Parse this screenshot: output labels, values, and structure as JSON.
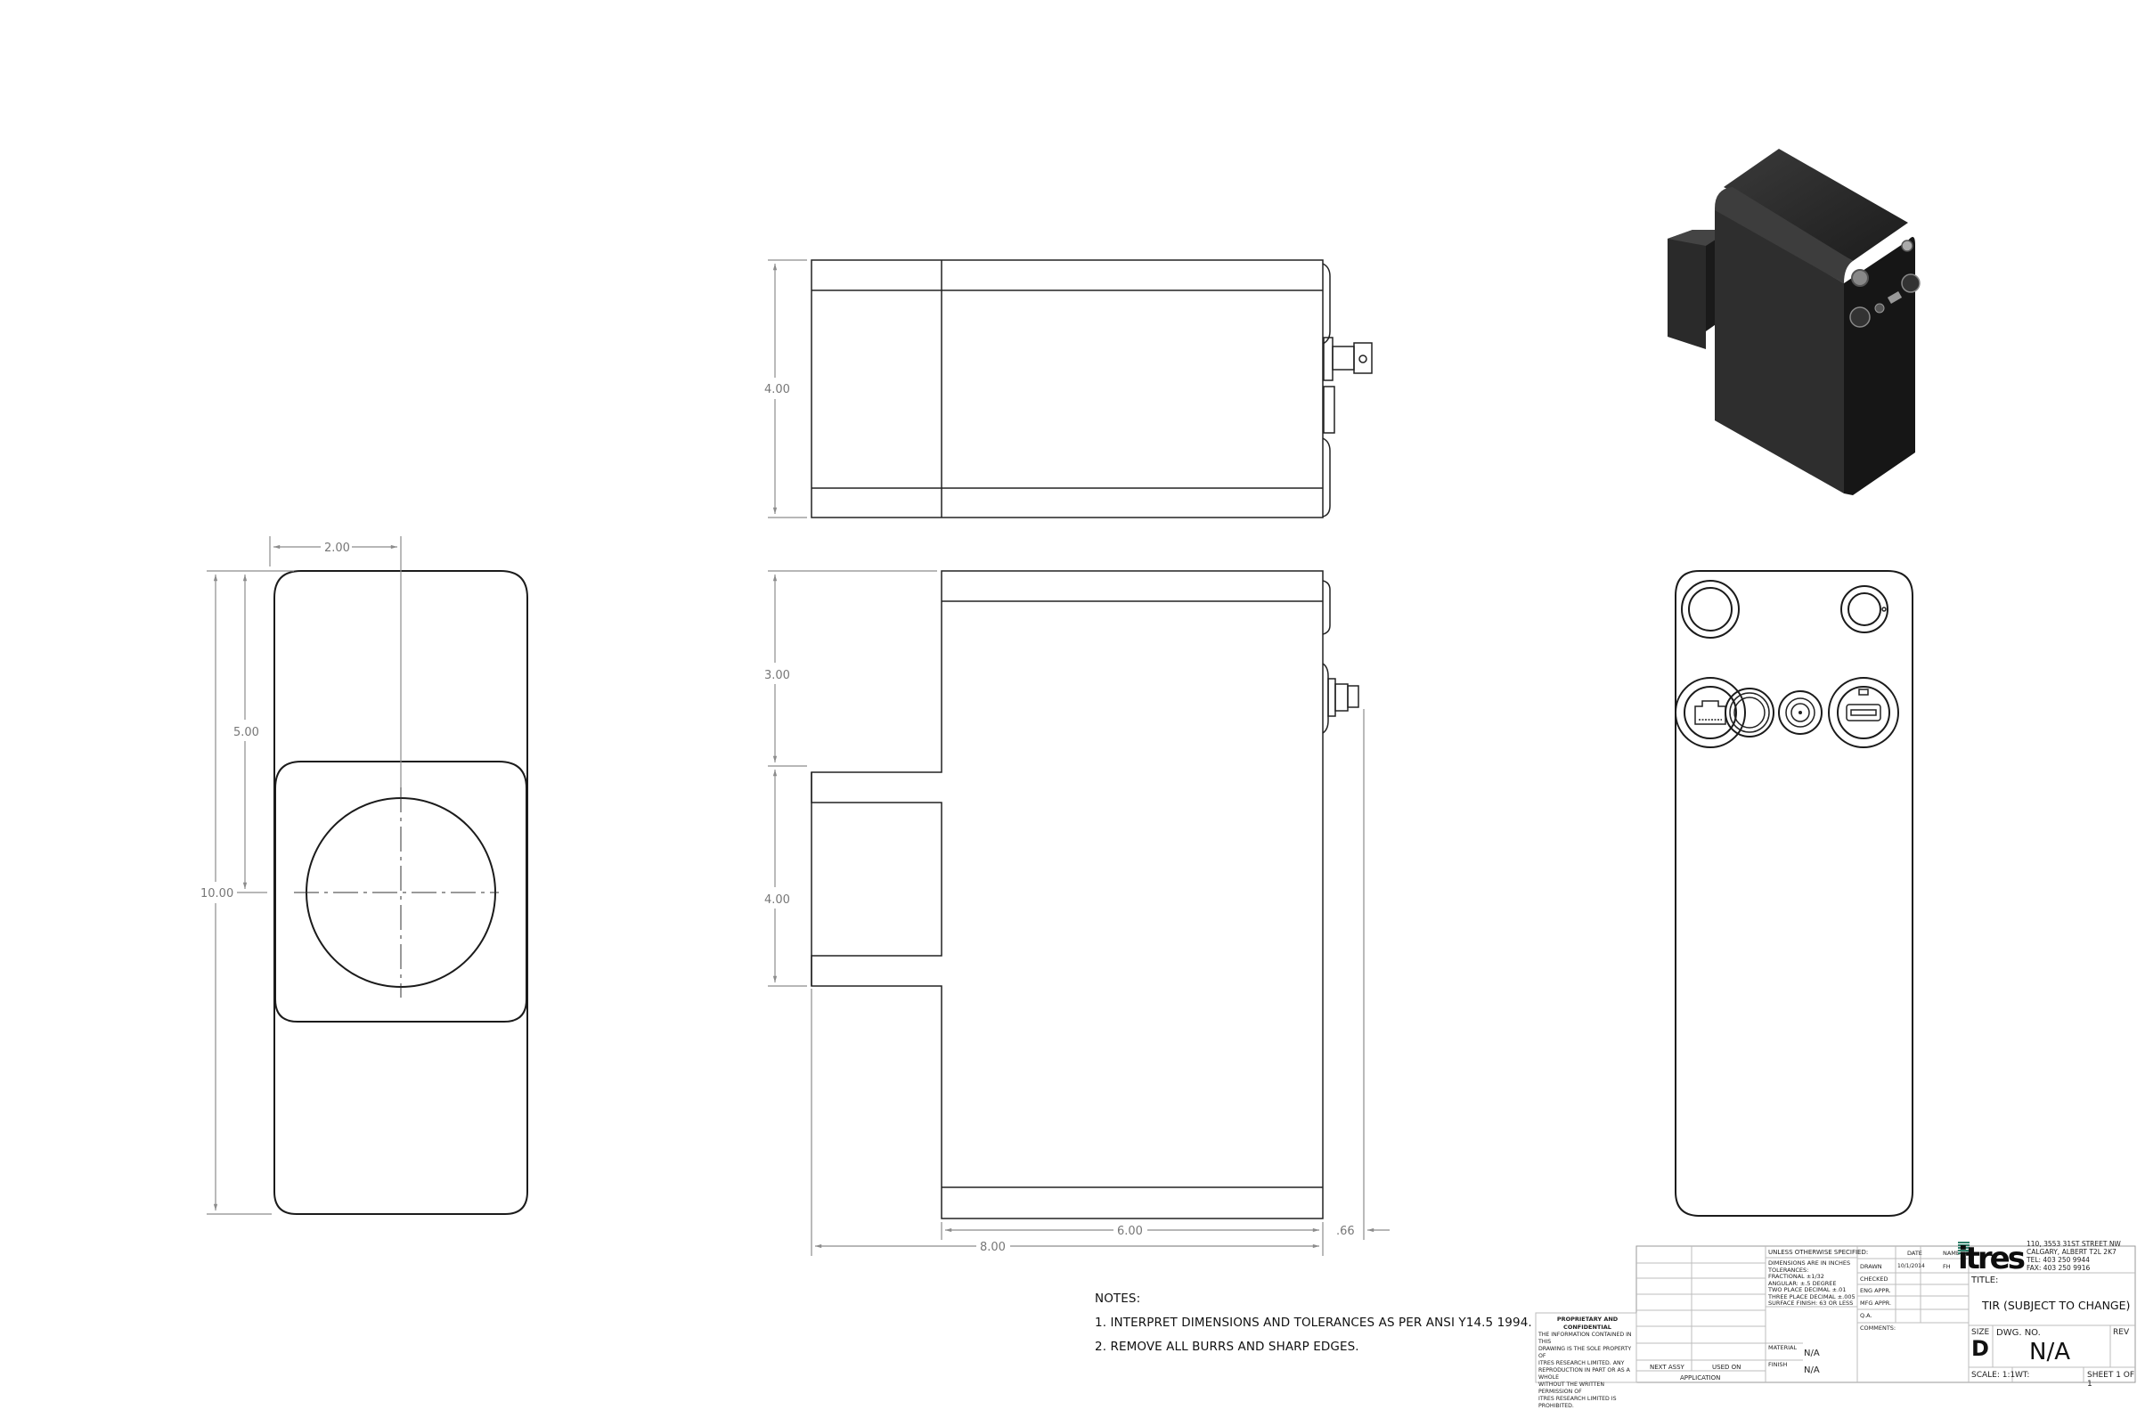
{
  "drawing": {
    "type": "engineering_drawing",
    "part_title": "TIR (SUBJECT TO CHANGE)",
    "views": [
      {
        "name": "left-view",
        "description": "Front face with circular lens opening"
      },
      {
        "name": "top-view",
        "description": "Top view with rear connectors"
      },
      {
        "name": "front-view",
        "description": "Side profile with stepped body"
      },
      {
        "name": "isometric-view",
        "description": "Shaded 3D isometric render"
      },
      {
        "name": "rear-view",
        "description": "Rear panel with connectors"
      }
    ]
  },
  "dimensions": {
    "left_width": "2.00",
    "left_height_total": "10.00",
    "left_height_partial": "5.00",
    "top_height": "4.00",
    "front_upper": "3.00",
    "front_lower": "4.00",
    "front_body_length": "6.00",
    "front_total_length": "8.00",
    "front_connector_offset": ".66"
  },
  "rear_connectors": [
    "mount-hole-left",
    "mount-hole-right",
    "rj45-ethernet-port",
    "circular-power-connector",
    "bnc-connector",
    "usb-port"
  ],
  "notes": {
    "heading": "NOTES:",
    "items": [
      "1. INTERPRET DIMENSIONS AND TOLERANCES AS PER ANSI Y14.5 1994.",
      "2. REMOVE ALL BURRS AND SHARP EDGES."
    ]
  },
  "title_block": {
    "proprietary": {
      "heading": "PROPRIETARY AND CONFIDENTIAL",
      "lines": [
        "THE INFORMATION CONTAINED IN THIS",
        "DRAWING IS THE SOLE PROPERTY OF",
        "ITRES RESEARCH LIMITED.  ANY",
        "REPRODUCTION IN PART OR AS A WHOLE",
        "WITHOUT THE WRITTEN PERMISSION OF",
        "ITRES RESEARCH LIMITED IS",
        "PROHIBITED."
      ]
    },
    "next_assy_label": "NEXT ASSY",
    "used_on_label": "USED ON",
    "application_label": "APPLICATION",
    "tolerances": {
      "heading": "UNLESS OTHERWISE SPECIFIED:",
      "lines": [
        "DIMENSIONS ARE IN INCHES",
        "TOLERANCES:",
        "FRACTIONAL ±1/32",
        "ANGULAR: ±.5 DEGREE",
        "TWO PLACE DECIMAL    ±.01",
        "THREE PLACE DECIMAL  ±.005",
        "SURFACE FINISH: 63 OR LESS"
      ]
    },
    "material_label": "MATERIAL",
    "material_value": "N/A",
    "finish_label": "FINISH",
    "finish_value": "N/A",
    "approvals": {
      "date_header": "DATE",
      "name_header": "NAME",
      "rows": [
        {
          "label": "DRAWN",
          "date": "10/1/2014",
          "name": "FH"
        },
        {
          "label": "CHECKED",
          "date": "",
          "name": ""
        },
        {
          "label": "ENG APPR.",
          "date": "",
          "name": ""
        },
        {
          "label": "MFG APPR.",
          "date": "",
          "name": ""
        },
        {
          "label": "Q.A.",
          "date": "",
          "name": ""
        }
      ],
      "comments_label": "COMMENTS:"
    },
    "company": {
      "logo_text": "itres",
      "address_lines": [
        "110, 3553 31ST STREET NW",
        "CALGARY, ALBERT T2L 2K7",
        "TEL: 403 250 9944",
        "FAX: 403 250 9916"
      ],
      "brand_color": "#2f7f6a"
    },
    "title_label": "TITLE:",
    "title_value": "TIR (SUBJECT TO CHANGE)",
    "size_label": "SIZE",
    "size_value": "D",
    "dwg_no_label": "DWG.  NO.",
    "dwg_no_value": "N/A",
    "rev_label": "REV",
    "scale": "SCALE: 1:1",
    "weight_label": "WT:",
    "sheet": "SHEET 1 OF 1"
  }
}
